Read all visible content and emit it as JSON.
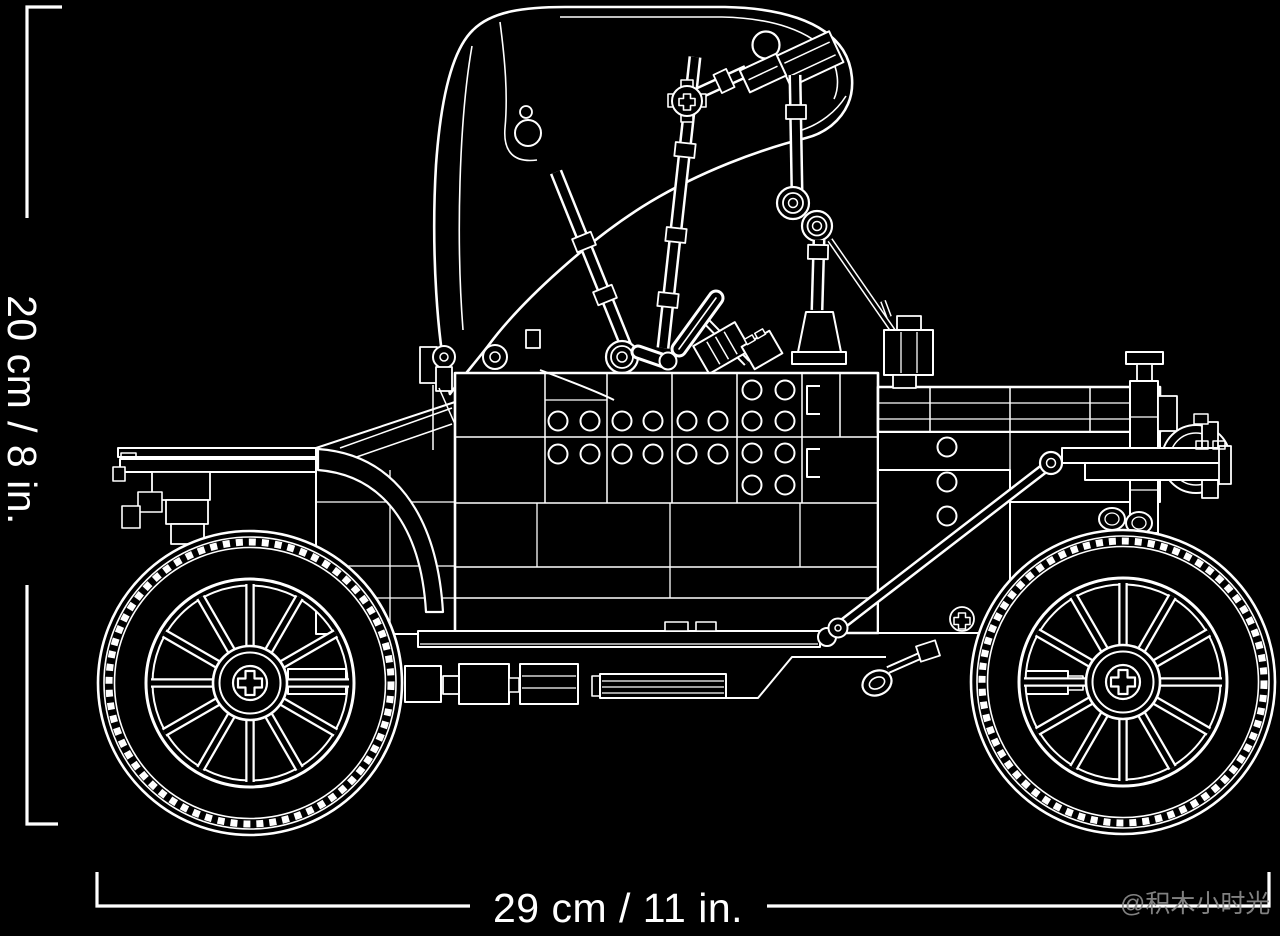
{
  "canvas": {
    "background": "#000000",
    "line_color": "#ffffff"
  },
  "dimensions": {
    "height_label": "20 cm / 8 in.",
    "width_label": "29 cm / 11 in."
  },
  "watermark": {
    "text": "@积木小时光",
    "color": "#8d8d8d"
  },
  "figure": {
    "subject": "vintage car building-set line drawing, side view"
  }
}
